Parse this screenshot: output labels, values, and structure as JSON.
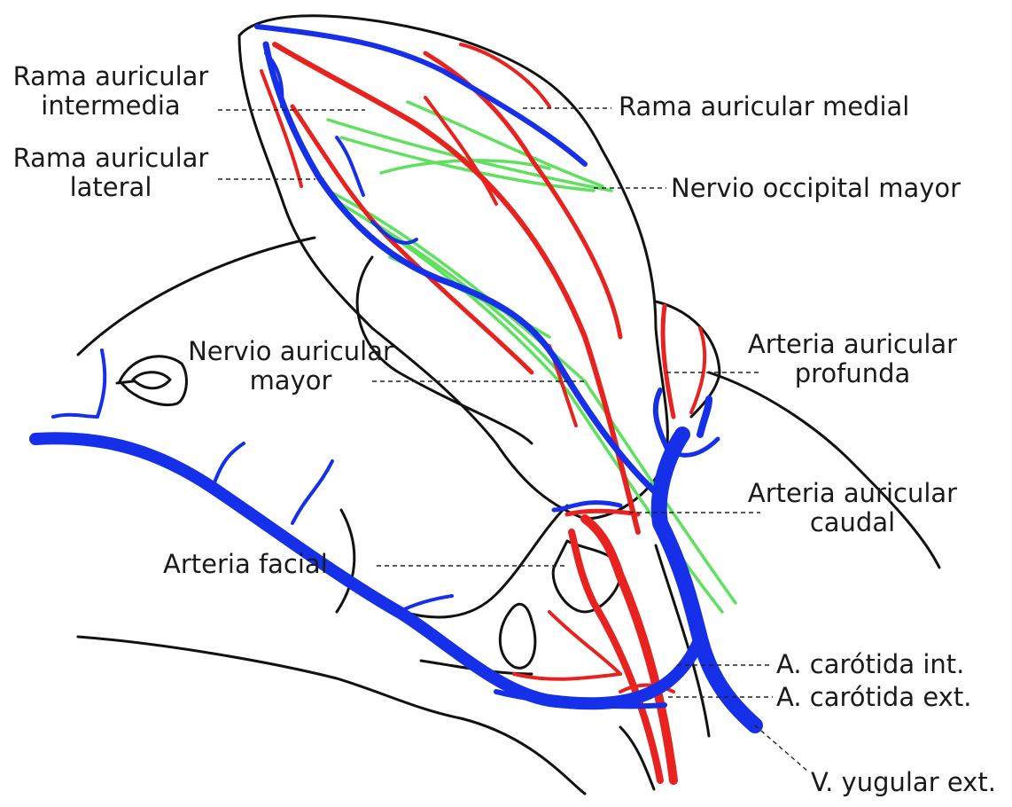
{
  "colors": {
    "artery": "#e8231f",
    "vein": "#1530e8",
    "nerve": "#5fe05f",
    "outline": "#111111"
  },
  "labels": {
    "rama_intermedia_1": "Rama auricular",
    "rama_intermedia_2": "intermedia",
    "rama_lateral_1": "Rama auricular",
    "rama_lateral_2": "lateral",
    "rama_medial": "Rama auricular medial",
    "nervio_occipital": "Nervio occipital mayor",
    "nervio_auricular_1": "Nervio auricular",
    "nervio_auricular_2": "mayor",
    "arteria_profunda_1": "Arteria auricular",
    "arteria_profunda_2": "profunda",
    "arteria_caudal_1": "Arteria auricular",
    "arteria_caudal_2": "caudal",
    "arteria_facial": "Arteria facial",
    "carotida_int": "A. carótida int.",
    "carotida_ext": "A. carótida ext.",
    "yugular_ext": "V. yugular ext."
  }
}
